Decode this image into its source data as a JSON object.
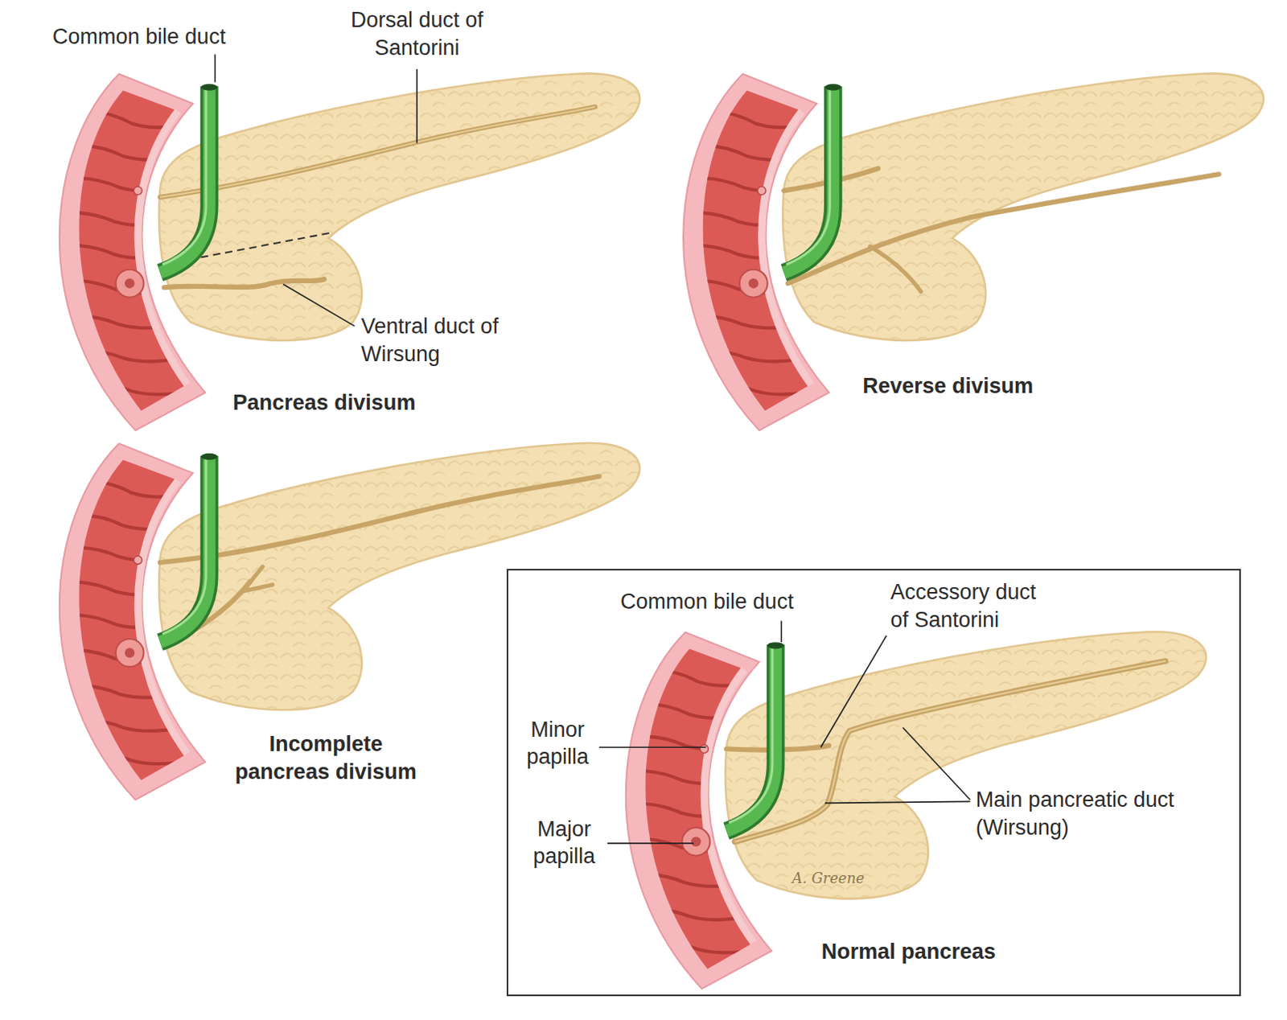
{
  "diagram": {
    "nodes": [
      {
        "text": [
          "Common bile duct",
          "Accessory duct of Santorini",
          "Minor papilla",
          "Major papilla",
          "Main pancreatic duct (Wirsung)",
          "Normal pancreas"
        ]
      }
    ],
    "labels": [
      "Common bile duct",
      "Dorsal duct of Santorini",
      "Ventral duct of Wirsung",
      "Pancreas divisum",
      "Reverse divisum",
      "Incomplete pancreas divisum",
      "A. Greene"
    ]
  }
}
